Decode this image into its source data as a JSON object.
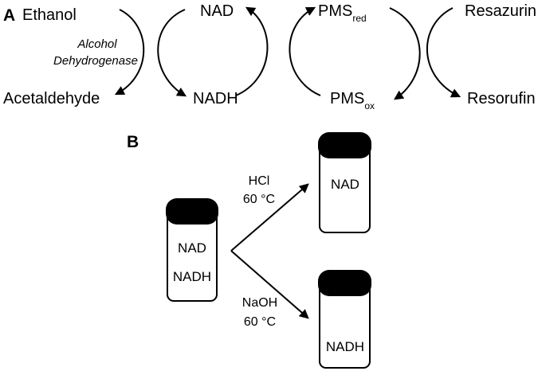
{
  "panels": {
    "a": "A",
    "b": "B"
  },
  "pathway": {
    "ethanol": "Ethanol",
    "acetaldehyde": "Acetaldehyde",
    "enzyme_line1": "Alcohol",
    "enzyme_line2": "Dehydrogenase",
    "nad": "NAD",
    "nadh": "NADH",
    "pms_red_base": "PMS",
    "pms_red_sub": "red",
    "pms_ox_base": "PMS",
    "pms_ox_sub": "ox",
    "resazurin": "Resazurin",
    "resorufin": "Resorufin"
  },
  "experiment": {
    "start_jar": {
      "line1": "NAD",
      "line2": "NADH"
    },
    "acid": {
      "reagent": "HCl",
      "temp": "60 °C",
      "result": "NAD"
    },
    "base": {
      "reagent": "NaOH",
      "temp": "60 °C",
      "result": "NADH"
    }
  }
}
